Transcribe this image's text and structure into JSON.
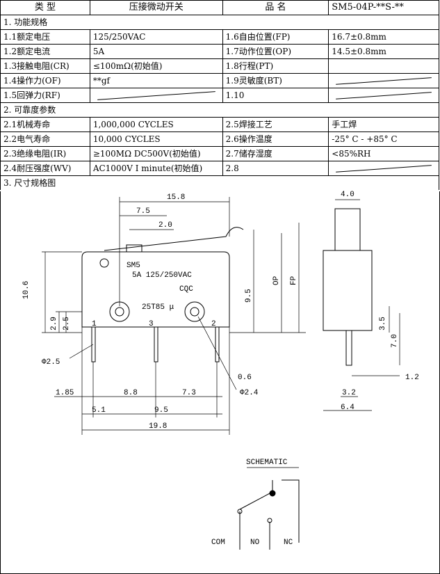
{
  "header": {
    "type_label": "类  型",
    "type_value": "压接微动开关",
    "name_label": "品  名",
    "name_value": "SM5-04P-**S-**"
  },
  "section1": {
    "title": "1. 功能规格",
    "rows": [
      [
        "1.1额定电压",
        "125/250VAC",
        "1.6自由位置(FP)",
        "16.7±0.8mm"
      ],
      [
        "1.2额定电流",
        "5A",
        "1.7动作位置(OP)",
        "14.5±0.8mm"
      ],
      [
        "1.3接触电阻(CR)",
        "≤100mΩ(初始值)",
        "1.8行程(PT)",
        ""
      ],
      [
        "1.4操作力(OF)",
        "**gf",
        "1.9灵敏度(BT)",
        ""
      ],
      [
        "1.5回弹力(RF)",
        "",
        "1.10",
        ""
      ]
    ]
  },
  "section2": {
    "title": "2. 可靠度参数",
    "rows": [
      [
        "2.1机械寿命",
        "1,000,000 CYCLES",
        "2.5焊接工艺",
        "手工焊"
      ],
      [
        "2.2电气寿命",
        "10,000  CYCLES",
        "2.6操作温度",
        "-25° C - +85° C"
      ],
      [
        "2.3绝缘电阻(IR)",
        "≥100MΩ DC500V(初始值)",
        "2.7储存湿度",
        "<85%RH"
      ],
      [
        "2.4耐压强度(WV)",
        "AC1000V I minute(初始值)",
        "2.8",
        ""
      ]
    ]
  },
  "section3": {
    "title": "3. 尺寸规格图"
  },
  "drawing": {
    "model": "SM5",
    "rating": "5A 125/250VAC",
    "cert": "CQC",
    "code": "25T85 μ",
    "pins": [
      "1",
      "3",
      "2"
    ],
    "dims": {
      "d158": "15.8",
      "d75": "7.5",
      "d20": "2.0",
      "d106": "10.6",
      "d95": "9.5",
      "op": "OP",
      "fp": "FP",
      "d29": "2.9",
      "d25": "2.5",
      "phi25": "Φ2.5",
      "phi24": "Φ2.4",
      "d06": "0.6",
      "d185": "1.85",
      "d88": "8.8",
      "d73": "7.3",
      "d51": "5.1",
      "d95b": "9.5",
      "d198": "19.8",
      "d40": "4.0",
      "d35": "3.5",
      "d70": "7.0",
      "d12": "1.2",
      "d32": "3.2",
      "d64": "6.4"
    }
  },
  "schematic": {
    "title": "SCHEMATIC",
    "com": "COM",
    "no": "NO",
    "nc": "NC"
  }
}
